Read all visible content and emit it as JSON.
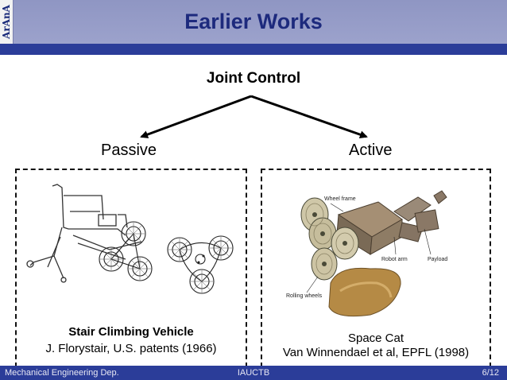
{
  "header": {
    "logo_text": "ArAnA",
    "title": "Earlier Works"
  },
  "diagram": {
    "root": "Joint Control",
    "left_branch": "Passive",
    "right_branch": "Active"
  },
  "panels": {
    "left": {
      "caption_title": "Stair Climbing Vehicle",
      "caption": "J. Florystair, U.S. patents (1966)"
    },
    "right": {
      "caption_title": "Space Cat",
      "caption": "Van Winnendael et al, EPFL (1998)",
      "image_labels": {
        "wheel_frame": "Wheel frame",
        "robot_arm": "Robot arm",
        "payload": "Payload",
        "rolling_wheels": "Rolling wheels"
      }
    }
  },
  "footer": {
    "left": "Mechanical Engineering Dep.",
    "center": "IAUCTB",
    "page": "6/12"
  }
}
